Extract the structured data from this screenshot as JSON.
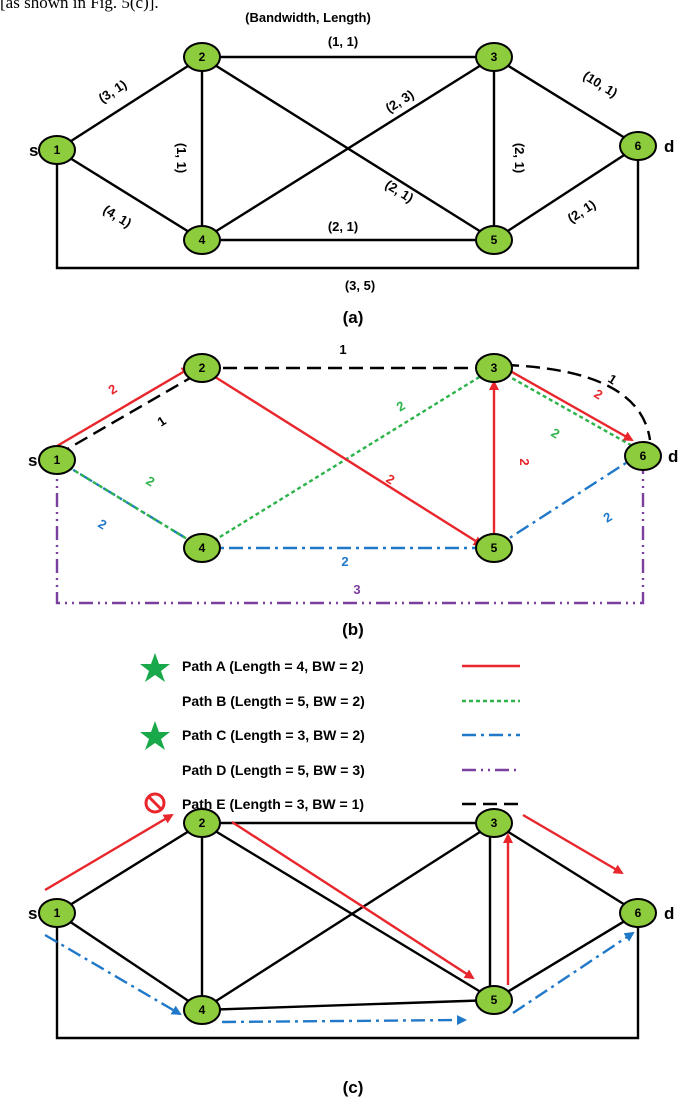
{
  "top_caption": "[as shown in Fig. 5(c)].",
  "header": "(Bandwidth, Length)",
  "source_label": "s",
  "dest_label": "d",
  "node_ids": [
    "1",
    "2",
    "3",
    "4",
    "5",
    "6"
  ],
  "panel_a": {
    "caption": "(a)",
    "edge_labels": {
      "e12": "(3, 1)",
      "e14": "(4, 1)",
      "e16": "(3, 5)",
      "e23": "(1, 1)",
      "e24": "(1, 1)",
      "e25": "(2, 1)",
      "e34": "(2, 3)",
      "e35": "(2, 1)",
      "e36": "(10, 1)",
      "e45": "(2, 1)",
      "e56": "(2, 1)"
    }
  },
  "panel_b": {
    "caption": "(b)",
    "labels": {
      "a12": "2",
      "a25": "2",
      "a53": "2",
      "a36": "2",
      "b14": "2",
      "b43": "2",
      "b36": "2",
      "c14": "2",
      "c45": "2",
      "c56": "2",
      "d_bottom": "3",
      "e12": "1",
      "e23": "1",
      "e36": "1"
    }
  },
  "legend": {
    "items": [
      {
        "text": "Path A (Length = 4, BW = 2)",
        "marker": "green-star",
        "color": "#e8262b"
      },
      {
        "text": "Path B (Length = 5, BW = 2)",
        "marker": "none",
        "color": "#2db34a"
      },
      {
        "text": "Path C (Length = 3, BW = 2)",
        "marker": "green-star",
        "color": "#1f78c8"
      },
      {
        "text": "Path D (Length = 5, BW = 3)",
        "marker": "none",
        "color": "#7b3fa0"
      },
      {
        "text": "Path E (Length = 3, BW = 1)",
        "marker": "red-prohibition",
        "color": "#000000"
      }
    ]
  },
  "panel_c": {
    "caption": "(c)"
  },
  "colors": {
    "node_fill": "#8dcc3c",
    "node_stroke": "#000000",
    "path_a": "#e8262b",
    "path_b": "#2db34a",
    "path_c": "#1f78c8",
    "path_d": "#7b3fa0",
    "path_e": "#000000",
    "star": "#19a84a",
    "prohibit": "#e8262b"
  }
}
